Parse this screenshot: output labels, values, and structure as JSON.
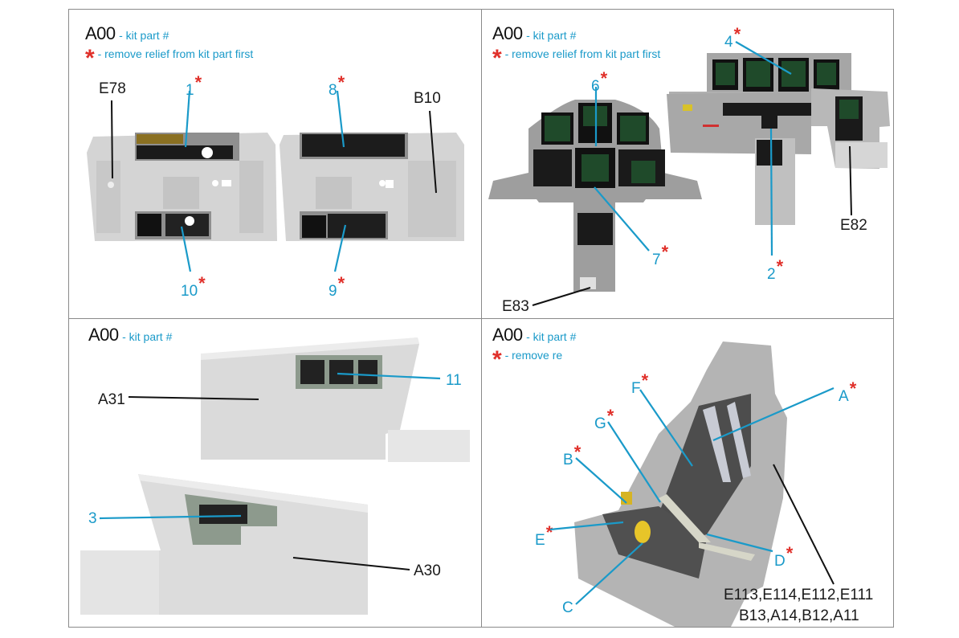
{
  "legend": {
    "kit_code": "A00",
    "kit_desc": "- kit part #",
    "star_desc_full": "- remove relief from kit part first",
    "star_desc_cut_panel2": "- remove relief from kit part first",
    "star_desc_cut_panel4": "- remove re"
  },
  "panels": [
    {
      "name": "side-consoles",
      "callouts": [
        {
          "label": "1",
          "star": "*",
          "color": "teal"
        },
        {
          "label": "8",
          "star": "*",
          "color": "teal"
        },
        {
          "label": "10",
          "star": "*",
          "color": "teal"
        },
        {
          "label": "9",
          "star": "*",
          "color": "teal"
        },
        {
          "label": "E78",
          "star": "",
          "color": "black"
        },
        {
          "label": "B10",
          "star": "",
          "color": "black"
        }
      ]
    },
    {
      "name": "instrument-panels",
      "callouts": [
        {
          "label": "6",
          "star": "*",
          "color": "teal"
        },
        {
          "label": "4",
          "star": "*",
          "color": "teal"
        },
        {
          "label": "7",
          "star": "*",
          "color": "teal"
        },
        {
          "label": "2",
          "star": "*",
          "color": "teal"
        },
        {
          "label": "E82",
          "star": "",
          "color": "black"
        },
        {
          "label": "E83",
          "star": "",
          "color": "black"
        }
      ]
    },
    {
      "name": "cockpit-side-walls",
      "callouts": [
        {
          "label": "A31",
          "star": "",
          "color": "black"
        },
        {
          "label": "11",
          "star": "",
          "color": "teal"
        },
        {
          "label": "3",
          "star": "",
          "color": "teal"
        },
        {
          "label": "A30",
          "star": "",
          "color": "black"
        }
      ]
    },
    {
      "name": "ejection-seat",
      "callouts": [
        {
          "label": "F",
          "star": "*",
          "color": "teal"
        },
        {
          "label": "A",
          "star": "*",
          "color": "teal"
        },
        {
          "label": "G",
          "star": "*",
          "color": "teal"
        },
        {
          "label": "B",
          "star": "*",
          "color": "teal"
        },
        {
          "label": "E",
          "star": "*",
          "color": "teal"
        },
        {
          "label": "D",
          "star": "*",
          "color": "teal"
        },
        {
          "label": "C",
          "star": "",
          "color": "teal"
        },
        {
          "label": "E113,E114,E112,E111",
          "star": "",
          "color": "black"
        },
        {
          "label": "B13,A14,B12,A11",
          "star": "",
          "color": "black"
        }
      ]
    }
  ],
  "colors": {
    "teal": "#1a9ac9",
    "star_red": "#e0302a",
    "border": "#8a8a8a"
  }
}
